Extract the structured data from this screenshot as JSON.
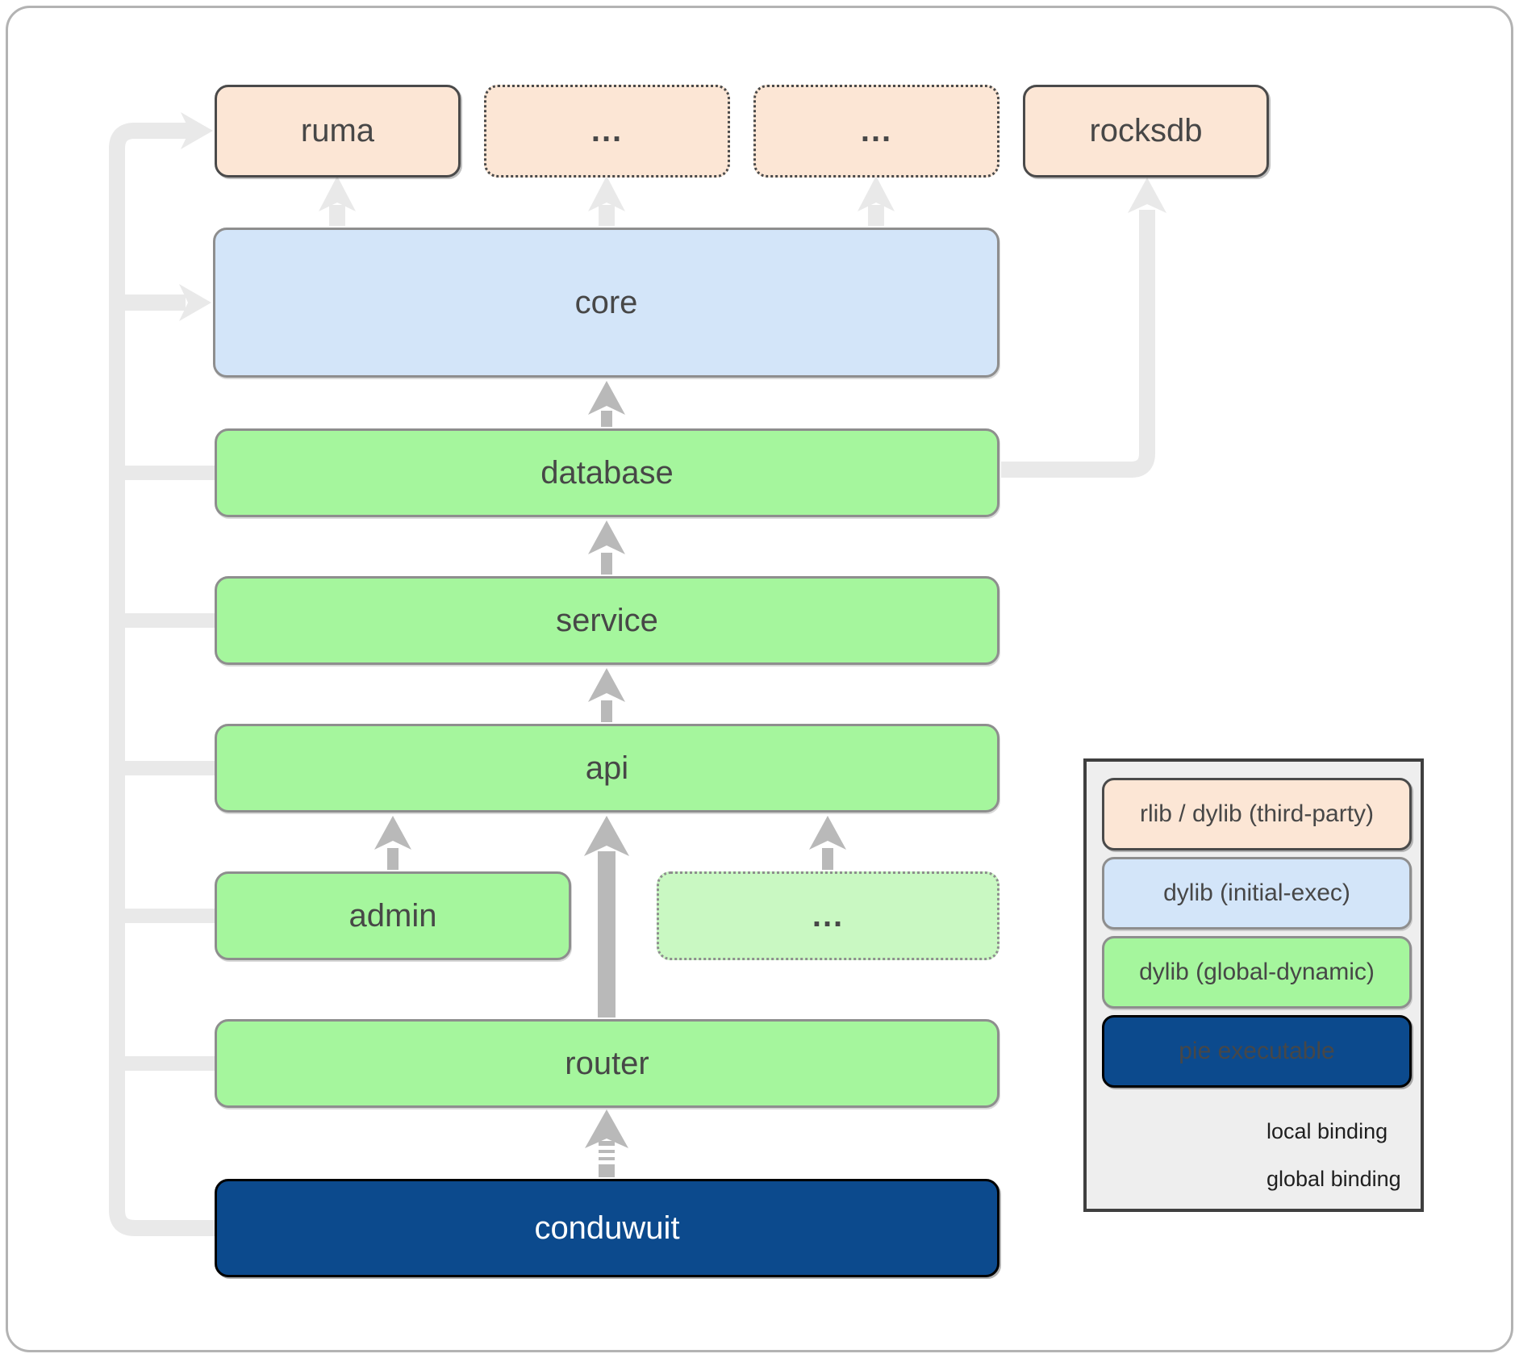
{
  "nodes": {
    "ruma": {
      "label": "ruma",
      "type": "rlib-dylib-third-party"
    },
    "dots_top_1": {
      "label": "...",
      "type": "rlib-dylib-third-party"
    },
    "dots_top_2": {
      "label": "...",
      "type": "rlib-dylib-third-party"
    },
    "rocksdb": {
      "label": "rocksdb",
      "type": "rlib-dylib-third-party"
    },
    "core": {
      "label": "core",
      "type": "dylib-initial-exec"
    },
    "database": {
      "label": "database",
      "type": "dylib-global-dynamic"
    },
    "service": {
      "label": "service",
      "type": "dylib-global-dynamic"
    },
    "api": {
      "label": "api",
      "type": "dylib-global-dynamic"
    },
    "admin": {
      "label": "admin",
      "type": "dylib-global-dynamic"
    },
    "dots_modules": {
      "label": "...",
      "type": "dylib-global-dynamic"
    },
    "router": {
      "label": "router",
      "type": "dylib-global-dynamic"
    },
    "conduwuit": {
      "label": "conduwuit",
      "type": "pie-executable"
    }
  },
  "edges": [
    {
      "from": "database",
      "to": "core",
      "binding": "global",
      "muted": false
    },
    {
      "from": "service",
      "to": "database",
      "binding": "global",
      "muted": false
    },
    {
      "from": "api",
      "to": "service",
      "binding": "global",
      "muted": false
    },
    {
      "from": "admin",
      "to": "api",
      "binding": "global",
      "muted": false
    },
    {
      "from": "dots_modules",
      "to": "api",
      "binding": "global",
      "muted": false
    },
    {
      "from": "router",
      "to": "api",
      "binding": "global",
      "muted": false
    },
    {
      "from": "conduwuit",
      "to": "router",
      "binding": "local",
      "muted": false
    },
    {
      "from": "core",
      "to": "ruma",
      "binding": "global",
      "muted": true
    },
    {
      "from": "core",
      "to": "dots_top_1",
      "binding": "global",
      "muted": true
    },
    {
      "from": "core",
      "to": "dots_top_2",
      "binding": "global",
      "muted": true
    },
    {
      "from": "database",
      "to": "rocksdb",
      "binding": "global",
      "muted": true
    },
    {
      "from": "conduwuit",
      "to": "ruma",
      "binding": "global",
      "muted": true
    },
    {
      "from": "conduwuit",
      "to": "core",
      "binding": "global",
      "muted": true
    },
    {
      "from": "conduwuit",
      "to": "database",
      "binding": "global",
      "muted": true
    },
    {
      "from": "conduwuit",
      "to": "service",
      "binding": "global",
      "muted": true
    },
    {
      "from": "conduwuit",
      "to": "api",
      "binding": "global",
      "muted": true
    },
    {
      "from": "conduwuit",
      "to": "admin",
      "binding": "global",
      "muted": true
    },
    {
      "from": "conduwuit",
      "to": "router",
      "binding": "global",
      "muted": true
    }
  ],
  "legend": {
    "boxes": [
      {
        "label": "rlib / dylib (third-party)",
        "type": "rlib-dylib-third-party"
      },
      {
        "label": "dylib (initial-exec)",
        "type": "dylib-initial-exec"
      },
      {
        "label": "dylib (global-dynamic)",
        "type": "dylib-global-dynamic"
      },
      {
        "label": "pie executable",
        "type": "pie-executable"
      }
    ],
    "arrows": [
      {
        "label": "local binding",
        "style": "dashed"
      },
      {
        "label": "global binding",
        "style": "solid"
      }
    ]
  },
  "colors": {
    "third_party_fill": "#fce6d5",
    "initial_exec_fill": "#d3e5f9",
    "global_dynamic_fill": "#a5f69d",
    "global_dynamic_muted_fill": "#c9f8c2",
    "pie_executable_fill": "#0c4a8d",
    "global_binding_arrow": "#b9b9b9",
    "muted_bus_line": "#e9e9e9",
    "box_text": "#474747",
    "executable_text": "#ffffff",
    "legend_panel_fill": "#eeeeee"
  }
}
